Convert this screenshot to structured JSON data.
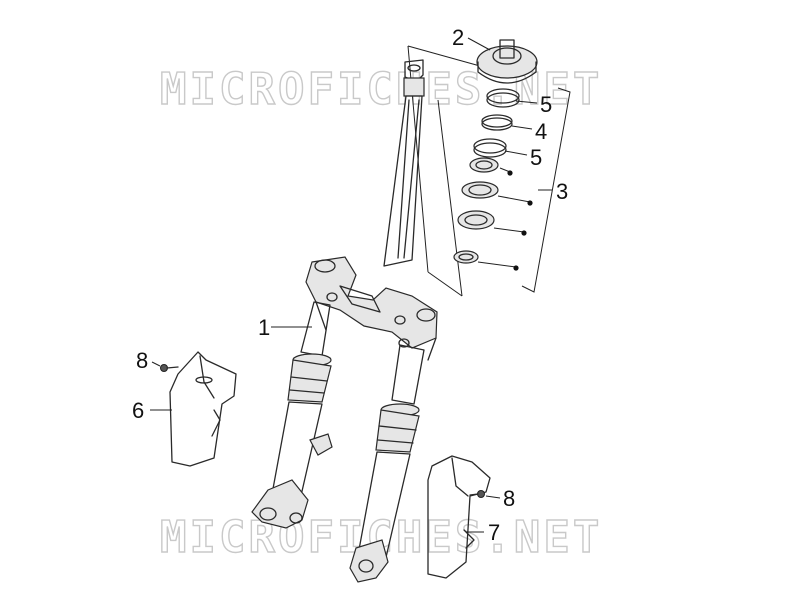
{
  "watermark": "MICROFICHES.NET",
  "callouts": {
    "c1": "1",
    "c2": "2",
    "c3": "3",
    "c4": "4",
    "c5a": "5",
    "c5b": "5",
    "c6": "6",
    "c7": "7",
    "c8a": "8",
    "c8b": "8"
  },
  "colors": {
    "line": "#2a2a2a",
    "watermark": "#c9c9c9",
    "background": "#ffffff"
  }
}
